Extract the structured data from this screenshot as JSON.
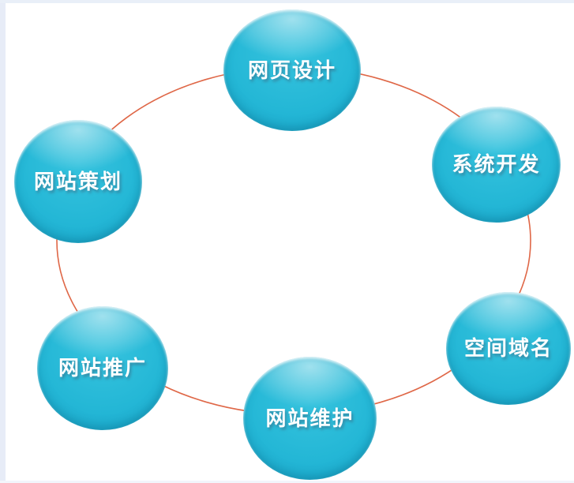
{
  "diagram": {
    "type": "cycle-diagram",
    "description_labels_visible_only": true,
    "nodes": [
      {
        "label": "网页设计",
        "position": "top"
      },
      {
        "label": "系统开发",
        "position": "top-right"
      },
      {
        "label": "空间域名",
        "position": "bottom-right"
      },
      {
        "label": "网站维护",
        "position": "bottom"
      },
      {
        "label": "网站推广",
        "position": "bottom-left"
      },
      {
        "label": "网站策划",
        "position": "top-left"
      }
    ]
  },
  "theme": {
    "node_fill_main": "#24b7d6",
    "node_fill_light": "#36c3de",
    "node_fill_dark": "#1095bc",
    "connector_color": "#dd5f3d",
    "label_color": "#ffffff",
    "page_background": "#ffffff",
    "edge_left_color": "#e7ecf7",
    "edge_top_color": "#e9eff8",
    "edge_bottom_color": "#f2f5fb"
  }
}
